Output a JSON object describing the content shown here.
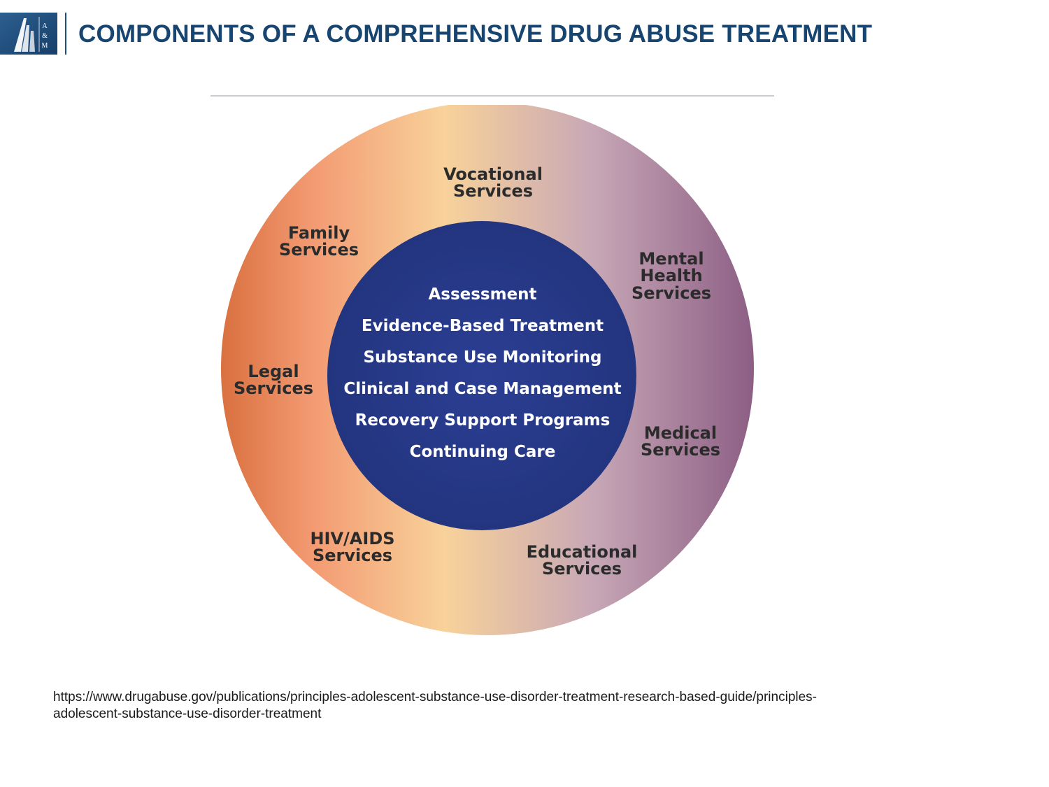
{
  "logo": {
    "icon": "am-logo-icon",
    "text_top": "A",
    "text_amp": "&",
    "text_bottom": "M",
    "color": "#1f4e7d"
  },
  "title": "COMPONENTS OF A COMPREHENSIVE DRUG ABUSE TREATMENT",
  "diagram": {
    "outer_ring_gradient": [
      "#d9703f",
      "#f39a72",
      "#f8d29a",
      "#c7a7b6",
      "#8c5e84"
    ],
    "inner_circle_color": "#283a8c",
    "core_components": [
      "Assessment",
      "Evidence-Based Treatment",
      "Substance Use Monitoring",
      "Clinical and Case Management",
      "Recovery Support Programs",
      "Continuing Care"
    ],
    "services": {
      "vocational": [
        "Vocational",
        "Services"
      ],
      "family": [
        "Family",
        "Services"
      ],
      "mental_health": [
        "Mental",
        "Health",
        "Services"
      ],
      "legal": [
        "Legal",
        "Services"
      ],
      "medical": [
        "Medical",
        "Services"
      ],
      "hiv_aids": [
        "HIV/AIDS",
        "Services"
      ],
      "educational": [
        "Educational",
        "Services"
      ]
    }
  },
  "source": {
    "line1": "https://www.drugabuse.gov/publications/principles-adolescent-substance-use-disorder-treatment-research-based-guide/principles-",
    "line2": "adolescent-substance-use-disorder-treatment"
  }
}
